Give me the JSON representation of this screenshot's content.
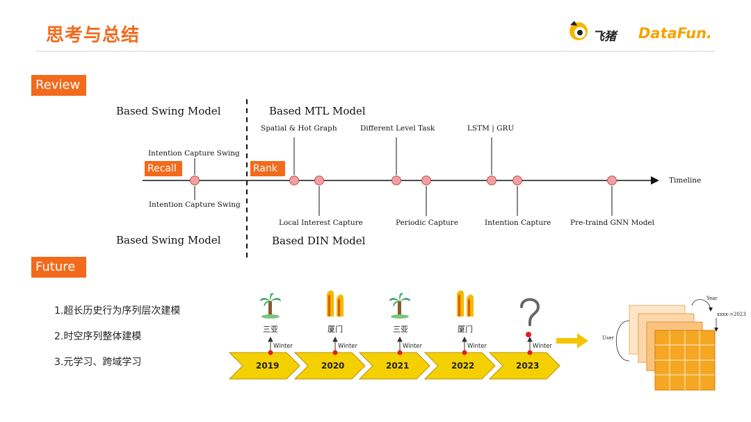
{
  "header": {
    "title": "思考与总结",
    "logo_fliggy": "飞猪",
    "logo_datafun": "DataFun."
  },
  "review": {
    "tag": "Review",
    "recall_tag": "Recall",
    "rank_tag": "Rank",
    "top_left_heading": "Based Swing Model",
    "bottom_left_heading": "Based Swing Model",
    "top_right_heading": "Based MTL Model",
    "bottom_right_heading": "Based DIN Model",
    "timeline_label": "Timeline",
    "recall_top_event": "Intention Capture Swing",
    "recall_bottom_event": "Intention Capture Swing",
    "rank_top_events": [
      "Spatial & Hot Graph",
      "Different Level Task",
      "LSTM | GRU"
    ],
    "rank_bottom_events": [
      "Local Interest Capture",
      "Periodic Capture",
      "Intention Capture",
      "Pre-traind GNN Model"
    ]
  },
  "future": {
    "tag": "Future",
    "items": [
      "1.超长历史行为序列层次建模",
      "2.时空序列整体建模",
      "3.元学习、跨域学习"
    ],
    "timeline": [
      {
        "year": "2019",
        "city": "三亚",
        "season": "Winter",
        "icon": "palm-tree-icon"
      },
      {
        "year": "2020",
        "city": "厦门",
        "season": "Winter",
        "icon": "twin-towers-icon"
      },
      {
        "year": "2021",
        "city": "三亚",
        "season": "Winter",
        "icon": "palm-tree-icon"
      },
      {
        "year": "2022",
        "city": "厦门",
        "season": "Winter",
        "icon": "twin-towers-icon"
      },
      {
        "year": "2023",
        "city": "",
        "season": "Winter",
        "icon": "question-mark-icon"
      }
    ],
    "cube": {
      "year_label": "Year",
      "user_label": "User",
      "range_label": "xxxx->2023"
    }
  },
  "colors": {
    "accent": "#f26a1b",
    "timeline_node": "#f0a0a0",
    "chevron": "#f5d000",
    "arrow": "#f5c400",
    "cube_front": "#f5a623"
  }
}
